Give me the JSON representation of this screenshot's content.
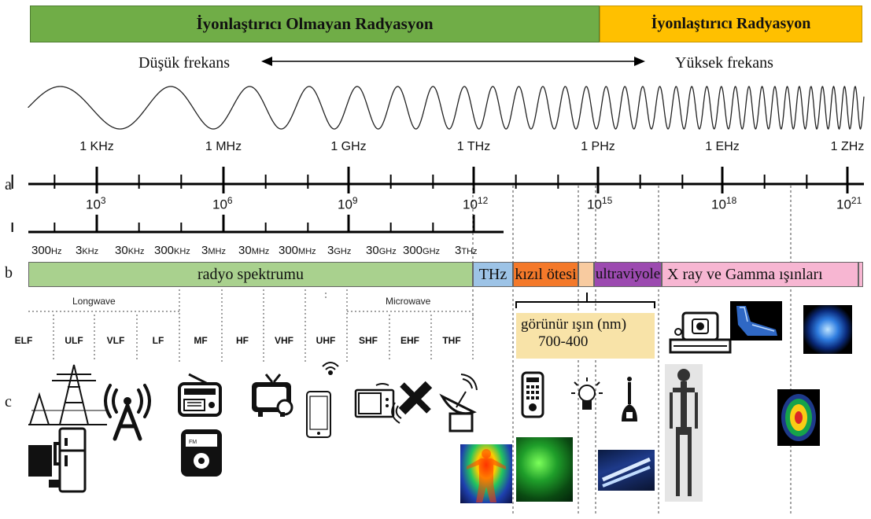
{
  "banners": {
    "non_ionizing": "İyonlaştırıcı Olmayan Radyasyon",
    "ionizing": "İyonlaştırıcı Radyasyon"
  },
  "frequency_direction": {
    "low": "Düşük frekans",
    "high": "Yüksek frekans"
  },
  "row_labels": [
    "a",
    "b",
    "c"
  ],
  "frequency_units": [
    "1 KHz",
    "1 MHz",
    "1 GHz",
    "1 THz",
    "1 PHz",
    "1 EHz",
    "1 ZHz"
  ],
  "powers": [
    {
      "base": "10",
      "exp": "3"
    },
    {
      "base": "10",
      "exp": "6"
    },
    {
      "base": "10",
      "exp": "9"
    },
    {
      "base": "10",
      "exp": "12"
    },
    {
      "base": "10",
      "exp": "15"
    },
    {
      "base": "10",
      "exp": "18"
    },
    {
      "base": "10",
      "exp": "21"
    }
  ],
  "sub_ticks": [
    {
      "num": "300",
      "unit": "Hz"
    },
    {
      "num": "3",
      "unit": "KHz"
    },
    {
      "num": "30",
      "unit": "KHz"
    },
    {
      "num": "300",
      "unit": "KHz"
    },
    {
      "num": "3",
      "unit": "MHz"
    },
    {
      "num": "30",
      "unit": "MHz"
    },
    {
      "num": "300",
      "unit": "MHz"
    },
    {
      "num": "3",
      "unit": "GHz"
    },
    {
      "num": "30",
      "unit": "GHz"
    },
    {
      "num": "300",
      "unit": "GHz"
    },
    {
      "num": "3",
      "unit": "THz"
    }
  ],
  "spectrum_bands": {
    "radio": "radyo spektrumu",
    "thz": "THz",
    "infrared": "kızıl ötesi",
    "ultraviolet": "ultraviyole",
    "xray_gamma": "X ray ve Gamma ışınları"
  },
  "radio_groups": {
    "longwave": "Longwave",
    "microwave": "Microwave"
  },
  "radio_subbands": [
    "ELF",
    "ULF",
    "VLF",
    "LF",
    "MF",
    "HF",
    "VHF",
    "UHF",
    "SHF",
    "EHF",
    "THF"
  ],
  "visible_light": {
    "label": "görünür ışın (nm)",
    "range": "700-400"
  },
  "colors": {
    "non_ionizing": "#70ad47",
    "ionizing": "#ffc000",
    "radio_band": "#a9d18e",
    "thz_band": "#9dc3e6",
    "infrared_band": "#f4792a",
    "visible_band": "#f8cba0",
    "ultraviolet_band": "#9c4ab0",
    "xray_band": "#f7b6d2",
    "visible_box": "#f8e3a8"
  },
  "icons": [
    "power-tower-icon",
    "computer-icon",
    "refrigerator-icon",
    "antenna-tower-icon",
    "radio-icon",
    "fm-radio-icon",
    "television-icon",
    "smartphone-icon",
    "microwave-oven-icon",
    "satellite-icon",
    "satellite-dish-icon",
    "remote-control-icon",
    "light-bulb-icon",
    "uv-lamp-icon"
  ],
  "images": [
    "thermal-body-image",
    "night-vision-image",
    "uv-tubes-image",
    "airport-scanner-image",
    "foot-xray-image",
    "bone-scan-image",
    "brain-pet-image",
    "cosmic-nebula-image"
  ]
}
